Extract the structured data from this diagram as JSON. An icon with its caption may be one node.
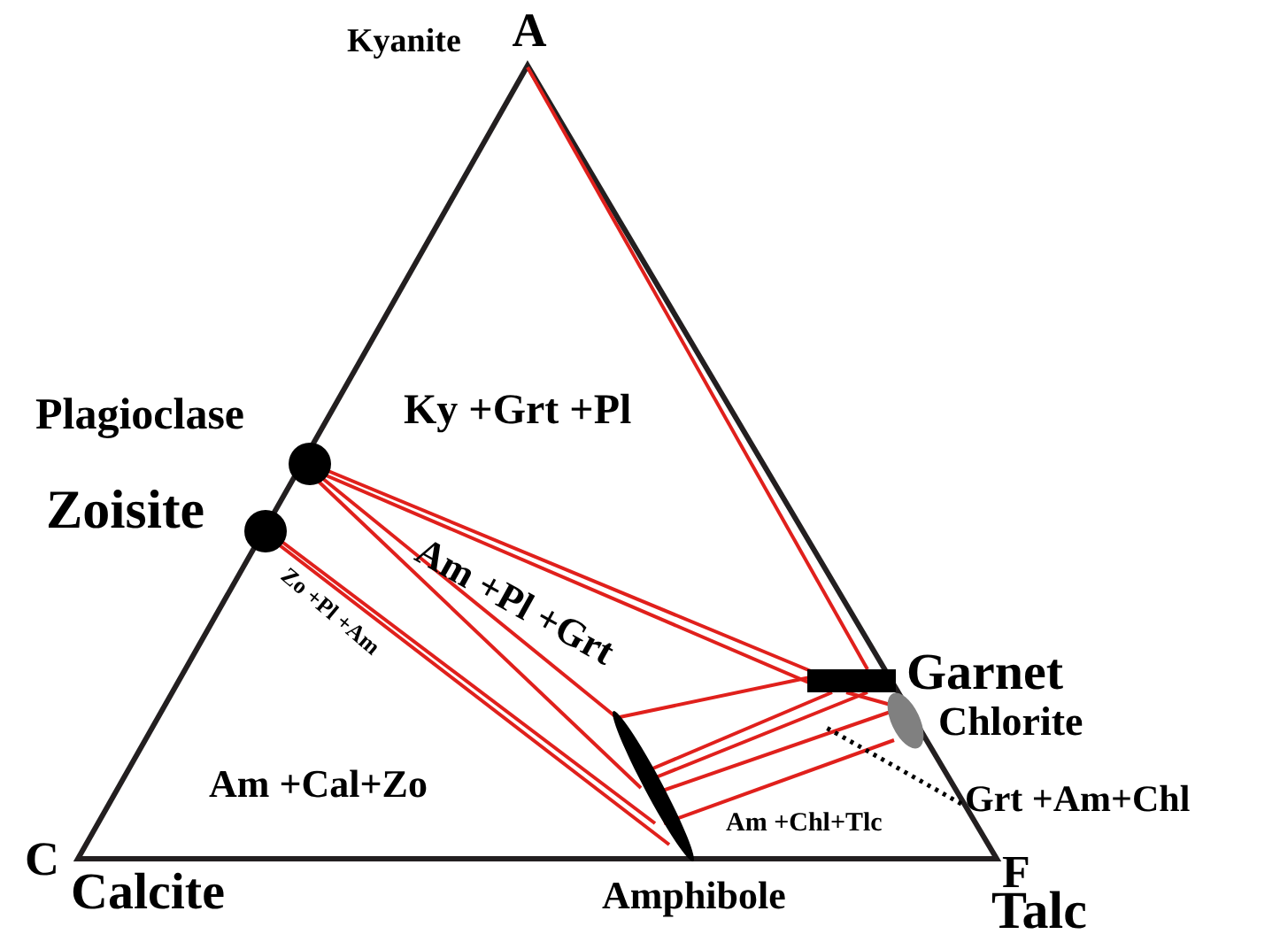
{
  "diagram": {
    "nodes": [
      {
        "text": [
          "A"
        ],
        "beside": [
          "Kyanite"
        ]
      },
      {
        "text": [],
        "shape": "circle",
        "beside": [
          "Plagioclase"
        ]
      },
      {
        "text": [],
        "shape": "circle",
        "beside": [
          "Zoisite"
        ]
      },
      {
        "text": [],
        "shape": "bar",
        "beside": [
          "Garnet"
        ]
      },
      {
        "text": [],
        "shape": "ellipse",
        "beside": [
          "Chlorite"
        ]
      },
      {
        "text": [],
        "shape": "ellipse",
        "beside": [
          "Amphibole"
        ]
      },
      {
        "text": [
          "Grt +Am+Chl"
        ]
      }
    ],
    "edges": [
      {
        "from": 0,
        "to": 3,
        "arrow": "none"
      },
      {
        "from": 1,
        "to": 3,
        "arrow": "none"
      },
      {
        "from": 1,
        "to": 3,
        "arrow": "none"
      },
      {
        "from": 1,
        "to": 5,
        "arrow": "none"
      },
      {
        "from": 1,
        "to": 5,
        "arrow": "none"
      },
      {
        "from": 2,
        "to": 5,
        "arrow": "none"
      },
      {
        "from": 2,
        "to": 5,
        "arrow": "none"
      },
      {
        "from": 5,
        "to": 3,
        "arrow": "none"
      },
      {
        "from": 5,
        "to": 3,
        "arrow": "none"
      },
      {
        "from": 5,
        "to": 3,
        "arrow": "none"
      },
      {
        "from": 5,
        "to": 4,
        "arrow": "none"
      },
      {
        "from": 5,
        "to": 4,
        "arrow": "none"
      },
      {
        "from": 3,
        "to": 4,
        "arrow": "none"
      },
      {
        "from": 6,
        "to": null,
        "arrow": "none",
        "style": "dashed",
        "color": "#000000"
      }
    ],
    "labels": [
      "Ky +Grt +Pl",
      "Zo +Pl +Am",
      "Am +Pl +Grt",
      "Am +Cal+Zo",
      "Am +Chl+Tlc",
      "C",
      "Calcite",
      "F",
      "Talc"
    ]
  }
}
